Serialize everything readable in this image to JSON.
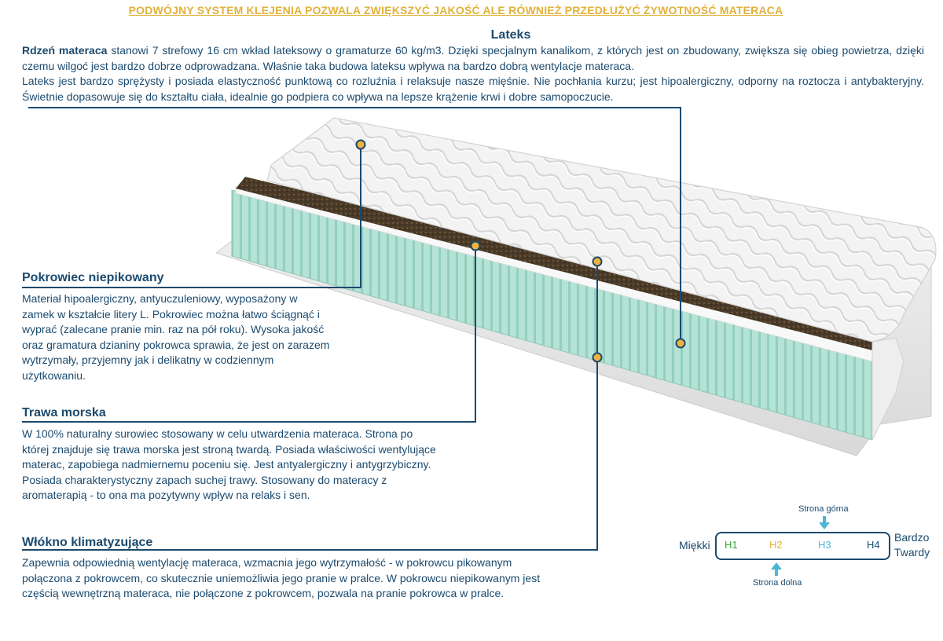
{
  "banner": "PODWÓJNY SYSTEM KLEJENIA POZWALA ZWIĘKSZYĆ JAKOŚĆ ALE RÓWNIEŻ PRZEDŁUŻYĆ ŻYWOTNOŚĆ MATERACA",
  "lateks": {
    "title": "Lateks",
    "lead": "Rdzeń materaca",
    "text": " stanowi 7 strefowy 16 cm wkład lateksowy o gramaturze 60 kg/m3. Dzięki specjalnym kanalikom, z których jest on zbudowany, zwiększa się obieg powietrza, dzięki czemu wilgoć jest bardzo dobrze odprowadzana. Właśnie taka budowa lateksu wpływa na bardzo dobrą wentylacje materaca.",
    "text2": "Lateks jest bardzo sprężysty i posiada elastyczność punktową co rozluźnia i relaksuje nasze mięśnie. Nie pochłania kurzu; jest hipoalergiczny, odporny na roztocza i antybakteryjny. Świetnie dopasowuje się do kształtu ciała, idealnie go podpiera co wpływa na lepsze krążenie krwi i dobre samopoczucie."
  },
  "pokrowiec": {
    "title": "Pokrowiec  niepikowany",
    "lines": [
      "Materiał hipoalergiczny, antyuczuleniowy, wyposażony w",
      "zamek w kształcie litery L.  Pokrowiec można łatwo ściągnąć i",
      "wyprać (zalecane pranie min.  raz na pół roku). Wysoka jakość",
      "oraz gramatura dzianiny pokrowca sprawia, że jest on zarazem",
      "wytrzymały, przyjemny jak i delikatny w codziennym",
      "użytkowaniu."
    ]
  },
  "trawa": {
    "title": "Trawa morska",
    "lines": [
      "W 100% naturalny surowiec stosowany w celu utwardzenia materaca. Strona po",
      "której znajduje się trawa morska jest stroną twardą. Posiada właściwości wentylujące",
      "materac,  zapobiega nadmiernemu poceniu się. Jest antyalergiczny i antygrzybiczny.",
      "Posiada charakterystyczny zapach suchej trawy. Stosowany do materacy z",
      "aromaterapią - to ona ma pozytywny wpływ na relaks i sen."
    ]
  },
  "wlokno": {
    "title": "Włókno klimatyzujące",
    "lines": [
      "Zapewnia odpowiednią wentylację materaca, wzmacnia jego wytrzymałość - w pokrowcu pikowanym",
      "połączona z pokrowcem, co skutecznie uniemożliwia jego pranie w pralce. W pokrowcu niepikowanym jest",
      "częścią wewnętrzną materaca, nie połączone z pokrowcem, pozwala na pranie pokrowca w pralce."
    ]
  },
  "hardness": {
    "top_label": "Strona górna",
    "bottom_label": "Strona dolna",
    "left": "Miękki",
    "right1": "Bardzo",
    "right2": "Twardy",
    "levels": [
      {
        "label": "H1",
        "color": "#3aa63a"
      },
      {
        "label": "H2",
        "color": "#e2b23a"
      },
      {
        "label": "H3",
        "color": "#4ab7d6"
      },
      {
        "label": "H4",
        "color": "#1b4a6e"
      }
    ]
  },
  "colors": {
    "navy": "#1b4a6e",
    "gold": "#e2b23a",
    "foam": "#a8dccf",
    "coir": "#4a3a28",
    "marker": "#f0b23c"
  }
}
